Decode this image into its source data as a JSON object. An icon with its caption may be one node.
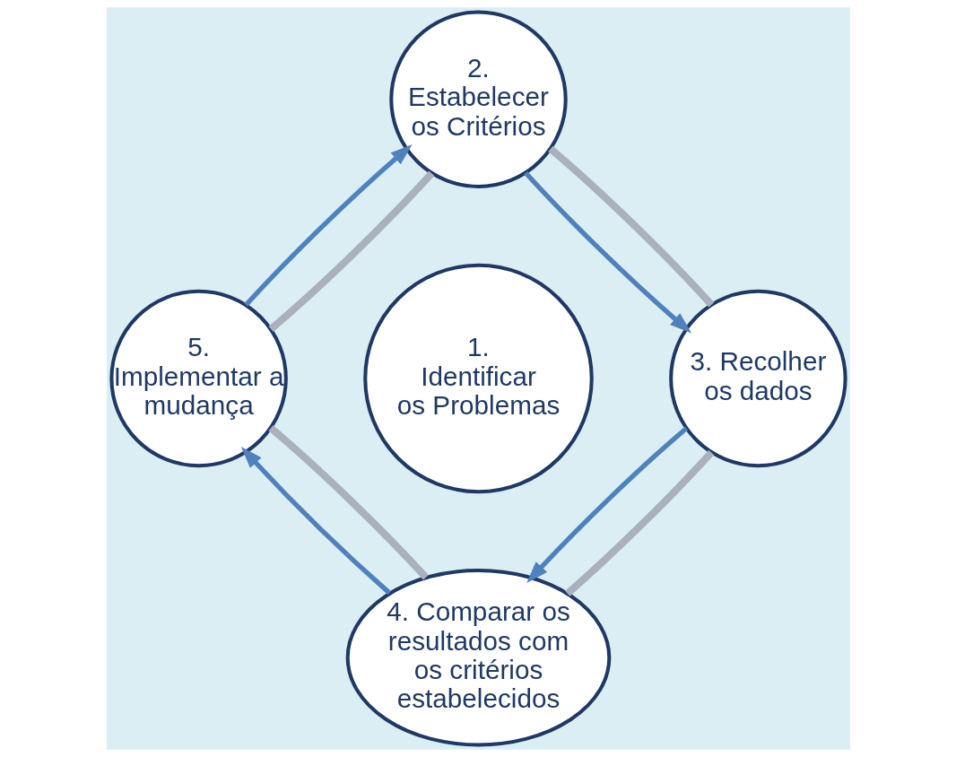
{
  "diagram": {
    "nodes": [
      {
        "text": [
          "1. Identificar os Problemas"
        ]
      },
      {
        "text": [
          "2. Estabelecer os Critérios"
        ]
      },
      {
        "text": [
          "3. Recolher os dados"
        ]
      },
      {
        "text": [
          "4. Comparar os resultados com os critérios estabelecidos"
        ]
      },
      {
        "text": [
          "5. Implementar a mudança"
        ]
      }
    ],
    "edges": [
      {
        "from": 4,
        "to": 1,
        "arrow": "to",
        "color": "#4f81bd"
      },
      {
        "from": 1,
        "to": 2,
        "arrow": "to",
        "color": "#4f81bd"
      },
      {
        "from": 2,
        "to": 3,
        "arrow": "to",
        "color": "#4f81bd"
      },
      {
        "from": 3,
        "to": 4,
        "arrow": "to",
        "color": "#4f81bd"
      },
      {
        "from": 1,
        "to": 2,
        "arrow": "none",
        "color": "#aab0bc"
      },
      {
        "from": 2,
        "to": 3,
        "arrow": "none",
        "color": "#aab0bc"
      },
      {
        "from": 3,
        "to": 4,
        "arrow": "none",
        "color": "#aab0bc"
      },
      {
        "from": 4,
        "to": 1,
        "arrow": "none",
        "color": "#aab0bc"
      }
    ]
  }
}
